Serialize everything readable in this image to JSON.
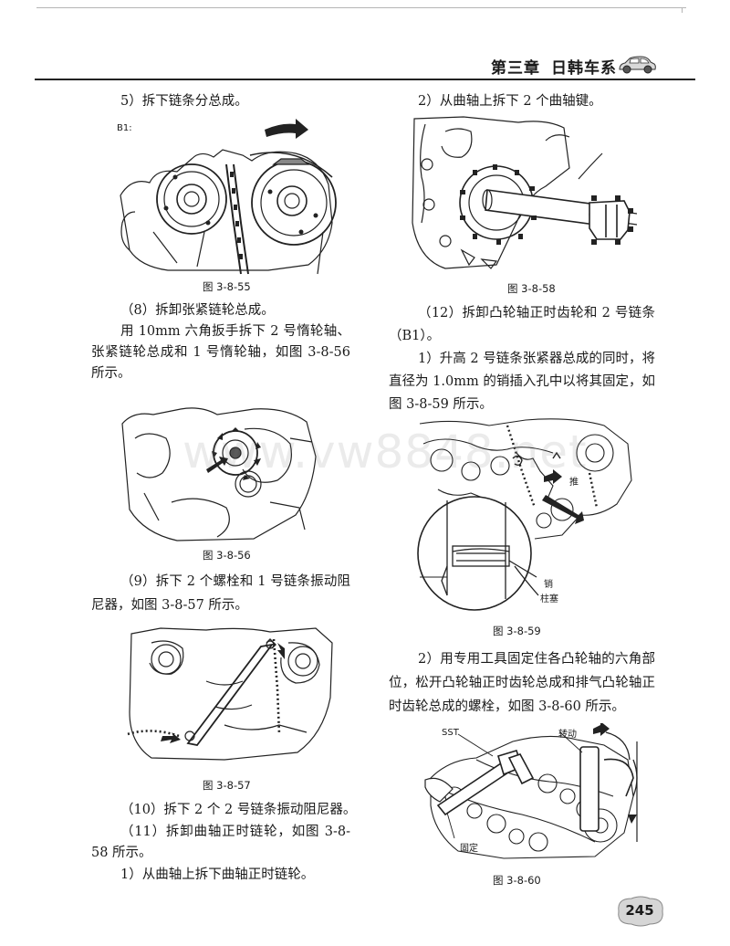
{
  "header": {
    "chapter": "第三章",
    "series": "日韩车系"
  },
  "left": {
    "step5": "5）拆下链条分总成。",
    "b1": "B1:",
    "fig55": "图 3-8-55",
    "step8": "（8）拆卸张紧链轮总成。",
    "para8": "用 10mm 六角扳手拆下 2 号惰轮轴、张紧链轮总成和 1 号惰轮轴，如图 3-8-56 所示。",
    "fig56": "图 3-8-56",
    "step9": "（9）拆下 2 个螺栓和 1 号链条振动阻尼器，如图 3-8-57 所示。",
    "fig57": "图 3-8-57",
    "step10": "（10）拆下 2 个 2 号链条振动阻尼器。",
    "step11": "（11）拆卸曲轴正时链轮，如图 3-8-58 所示。",
    "step11_1": "1）从曲轴上拆下曲轴正时链轮。"
  },
  "right": {
    "step2": "2）从曲轴上拆下 2 个曲轴键。",
    "fig58": "图 3-8-58",
    "step12": "（12）拆卸凸轮轴正时齿轮和 2 号链条（B1）。",
    "step12_1": "1）升高 2 号链条张紧器总成的同时，将直径为 1.0mm 的销插入孔中以将其固定，如图 3-8-59 所示。",
    "label_push": "推",
    "label_pin": "销",
    "label_plunger": "柱塞",
    "fig59": "图 3-8-59",
    "step12_2": "2）用专用工具固定住各凸轮轴的六角部位，松开凸轮轴正时齿轮总成和排气凸轮轴正时齿轮总成的螺栓，如图 3-8-60 所示。",
    "label_sst": "SST",
    "label_turn": "转动",
    "label_fix": "固定",
    "fig60": "图 3-8-60"
  },
  "watermark": "www.vw8848.net",
  "page_number": "245"
}
